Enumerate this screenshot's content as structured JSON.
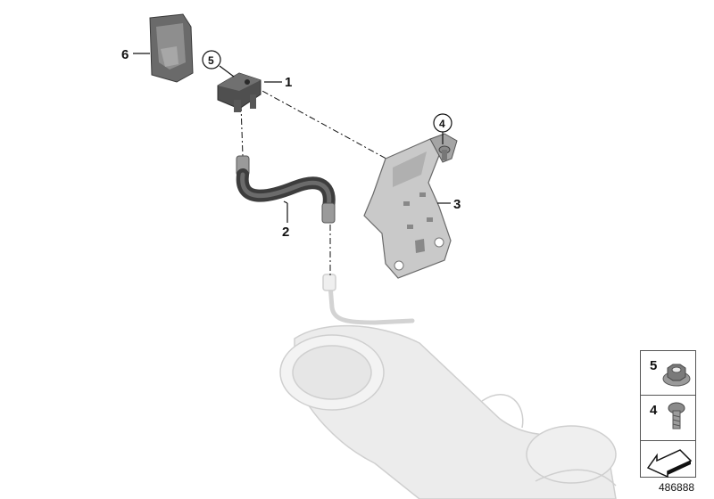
{
  "callouts": {
    "p1": "1",
    "p2": "2",
    "p3": "3",
    "p4": "4",
    "p5": "5",
    "p6": "6"
  },
  "legend": {
    "item_5": "5",
    "item_4": "4"
  },
  "diagram_id": "486888",
  "colors": {
    "part_dark": "#5a5a5a",
    "part_mid": "#8c8c8c",
    "part_light": "#c8c8c8",
    "ghost": "#d9d9d9",
    "line": "#111111"
  }
}
